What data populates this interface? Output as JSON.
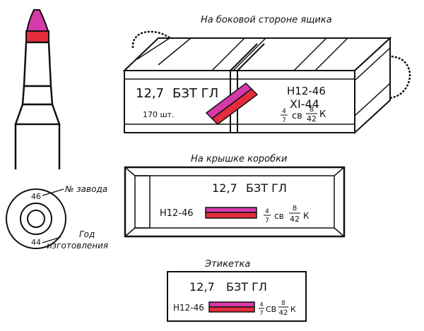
{
  "colors": {
    "magenta": "#d63aa8",
    "red": "#e52c3c",
    "ink": "#111111",
    "paper": "#ffffff"
  },
  "captions": {
    "side": "На боковой стороне ящика",
    "lid": "На крышке коробки",
    "label": "Этикетка",
    "factory": "№ завода",
    "year_line1": "Год",
    "year_line2": "изготовления"
  },
  "headstamp": {
    "factory_number": "46",
    "year": "44"
  },
  "crate": {
    "caliber": "12,7",
    "type": "БЗТ ГЛ",
    "quantity": "170 шт.",
    "lot": "Н12-46",
    "date": "XI-44",
    "frac1_num": "4",
    "frac1_den": "7",
    "powder": "св",
    "frac2_num": "8",
    "frac2_den": "42",
    "powder_suffix": "К"
  },
  "lid": {
    "caliber": "12,7",
    "type": "БЗТ ГЛ",
    "lot": "Н12-46",
    "frac1_num": "4",
    "frac1_den": "7",
    "powder": "св",
    "frac2_num": "8",
    "frac2_den": "42",
    "powder_suffix": "К"
  },
  "label": {
    "caliber": "12,7",
    "type": "БЗТ ГЛ",
    "lot": "Н12-46",
    "frac1_num": "4",
    "frac1_den": "7",
    "powder": "СВ",
    "frac2_num": "8",
    "frac2_den": "42",
    "powder_suffix": "К"
  }
}
